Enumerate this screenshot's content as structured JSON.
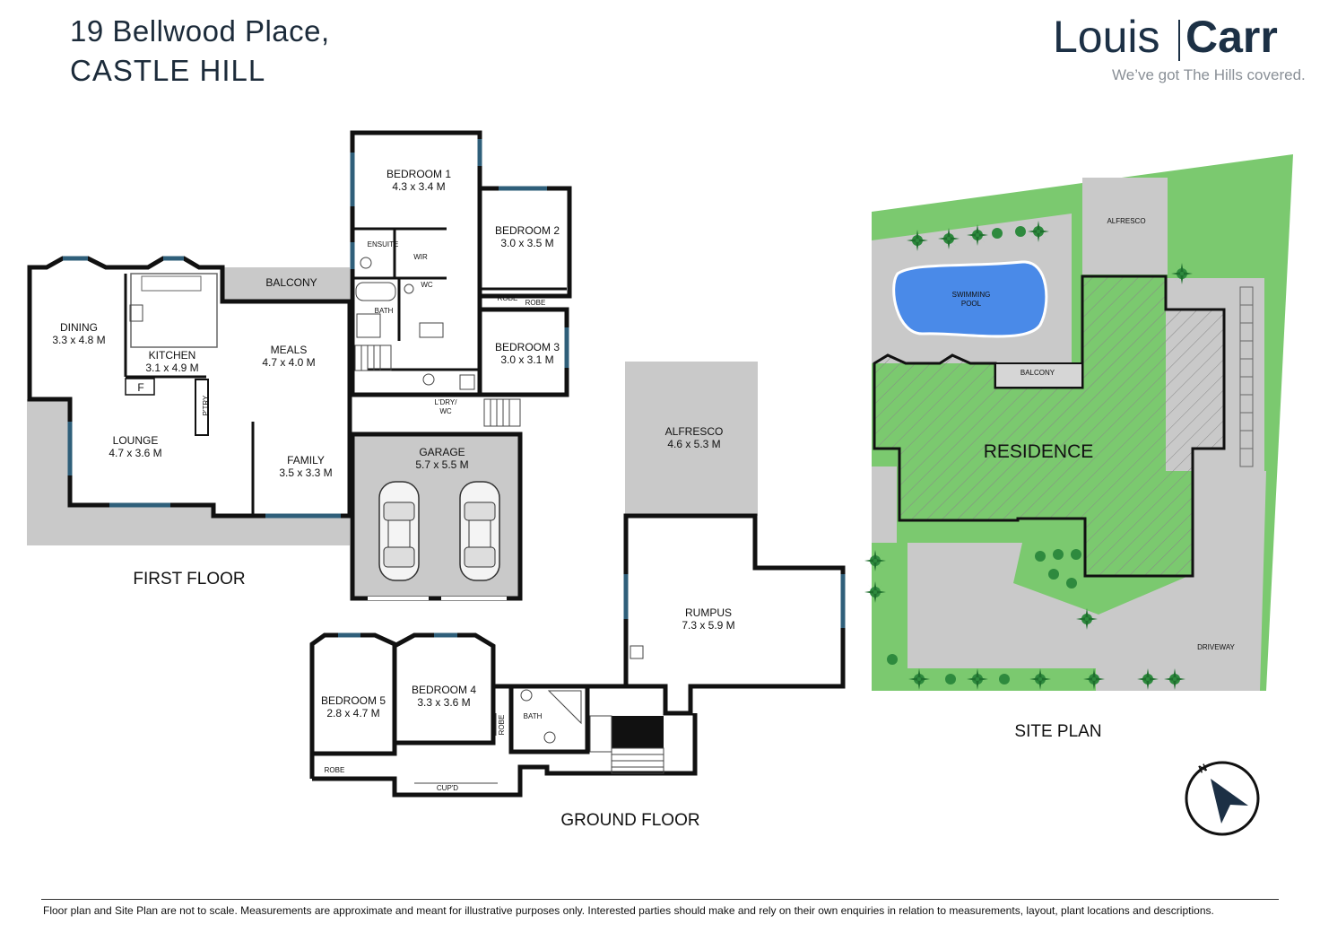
{
  "address": {
    "line1": "19 Bellwood Place,",
    "line2": "CASTLE HILL"
  },
  "brand": {
    "name_light": "Louis",
    "name_bold": "Carr",
    "tagline": "We’ve got The Hills covered.",
    "color": "#1c3045"
  },
  "colors": {
    "wall": "#111111",
    "window": "#2f5f7a",
    "outdoor": "#c9c9c9",
    "lawn": "#7bc96f",
    "pool": "#4a8ae8"
  },
  "first_floor": {
    "title": "FIRST FLOOR",
    "rooms": {
      "balcony": "BALCONY",
      "dining": {
        "name": "DINING",
        "size": "3.3 x 4.8 M"
      },
      "kitchen": {
        "name": "KITCHEN",
        "size": "3.1 x 4.9 M"
      },
      "meals": {
        "name": "MEALS",
        "size": "4.7 x 4.0 M"
      },
      "lounge": {
        "name": "LOUNGE",
        "size": "4.7 x 3.6 M"
      },
      "family": {
        "name": "FAMILY",
        "size": "3.5 x 3.3 M"
      },
      "bedroom1": {
        "name": "BEDROOM 1",
        "size": "4.3 x 3.4 M"
      },
      "bedroom2": {
        "name": "BEDROOM 2",
        "size": "3.0 x 3.5 M"
      },
      "bedroom3": {
        "name": "BEDROOM 3",
        "size": "3.0 x 3.1 M"
      },
      "garage": {
        "name": "GARAGE",
        "size": "5.7 x 5.5 M"
      },
      "ensuite": "ENSUITE",
      "wir": "WIR",
      "wc": "WC",
      "bath": "BATH",
      "robe_a": "ROBE",
      "robe_b": "ROBE",
      "laundry_line1": "L'DRY/",
      "laundry_line2": "WC",
      "pantry": "P'TRY",
      "fridge": "F"
    }
  },
  "ground_floor": {
    "title": "GROUND FLOOR",
    "rooms": {
      "alfresco": {
        "name": "ALFRESCO",
        "size": "4.6 x 5.3 M"
      },
      "rumpus": {
        "name": "RUMPUS",
        "size": "7.3 x 5.9 M"
      },
      "bedroom4": {
        "name": "BEDROOM 4",
        "size": "3.3 x 3.6 M"
      },
      "bedroom5": {
        "name": "BEDROOM 5",
        "size": "2.8 x 4.7 M"
      },
      "bath": "BATH",
      "robe_a": "ROBE",
      "robe_b": "ROBE",
      "cupboard": "CUP'D"
    }
  },
  "site_plan": {
    "title": "SITE PLAN",
    "labels": {
      "alfresco": "ALFRESCO",
      "pool_line1": "SWIMMING",
      "pool_line2": "POOL",
      "balcony": "BALCONY",
      "residence": "RESIDENCE",
      "driveway": "DRIVEWAY"
    },
    "compass": "N"
  },
  "disclaimer": "Floor plan and Site Plan are not to scale. Measurements are approximate and meant for illustrative purposes only.  Interested parties should make and rely on their own enquiries in relation to measurements, layout, plant locations and descriptions."
}
